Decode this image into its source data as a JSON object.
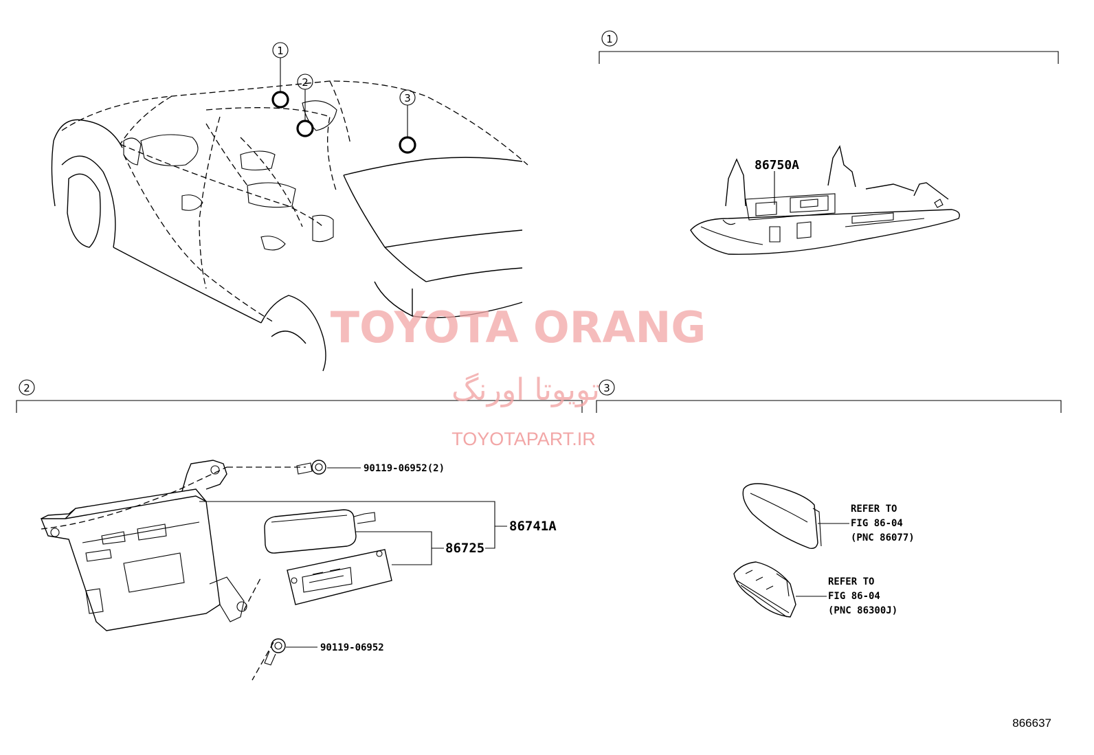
{
  "callouts": {
    "c1": "1",
    "c2": "2",
    "c3": "3"
  },
  "sections": {
    "s1_marker": "1",
    "s2_marker": "2",
    "s3_marker": "3"
  },
  "parts": {
    "p86750A": "86750A",
    "p90119_top": "90119-06952(2)",
    "p86741A": "86741A",
    "p86725": "86725",
    "p90119_bottom": "90119-06952"
  },
  "references": {
    "ref1_line1": "REFER TO",
    "ref1_line2": "FIG 86-04",
    "ref1_line3": "(PNC 86077)",
    "ref2_line1": "REFER TO",
    "ref2_line2": "FIG 86-04",
    "ref2_line3": "(PNC 86300J)"
  },
  "watermark": {
    "title": "TOYOTA ORANG",
    "persian": "تویوتا اورنگ",
    "url": "TOYOTAPART.IR"
  },
  "figure_number": "866637"
}
